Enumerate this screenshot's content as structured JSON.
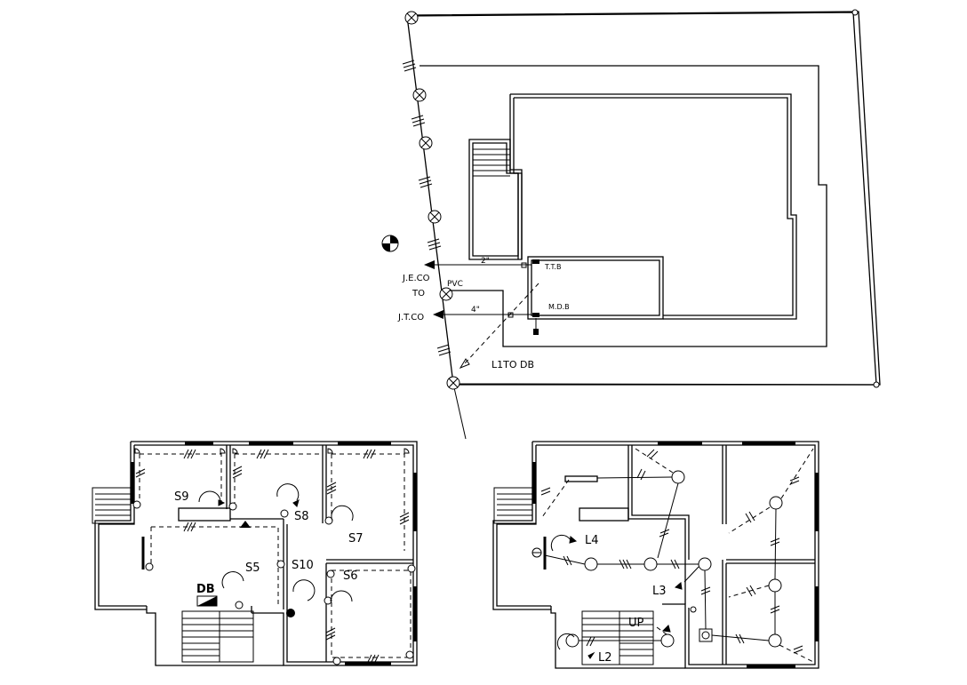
{
  "site_plan": {
    "labels": {
      "ttb": "T.T.B",
      "mdb": "M.D.B",
      "jeco": "J.E.CO",
      "to": "TO",
      "pvc": "PVC",
      "jtco": "J.T.CO",
      "size_2": "2\"",
      "size_4": "4\"",
      "l1": "L1TO  DB"
    }
  },
  "ground_floor": {
    "switch_labels": [
      "S9",
      "S8",
      "S7",
      "S5",
      "S10",
      "S6"
    ],
    "db_label": "DB"
  },
  "first_floor": {
    "labels": [
      "L4",
      "L3",
      "UP",
      "L2"
    ]
  },
  "symbols": [
    "north-icon",
    "light-point-icon",
    "switch-icon",
    "distribution-board-icon",
    "meter-box-icon",
    "staircase-icon"
  ]
}
